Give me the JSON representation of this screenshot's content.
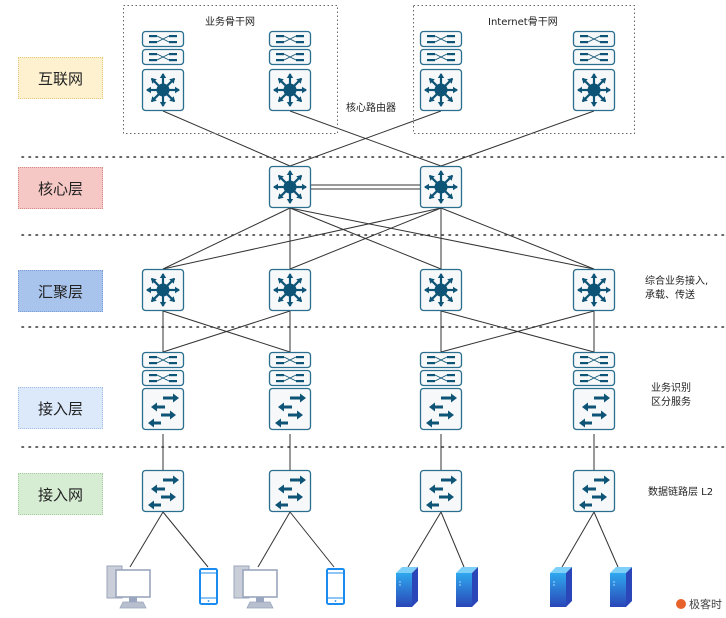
{
  "layers": [
    {
      "label": "互联网",
      "bg": "#fdf1cf",
      "border": "#e6c87a"
    },
    {
      "label": "核心层",
      "bg": "#f6c8c5",
      "border": "#d88a86"
    },
    {
      "label": "汇聚层",
      "bg": "#a9c4ec",
      "border": "#7a9fd6"
    },
    {
      "label": "接入层",
      "bg": "#dce9fb",
      "border": "#9fbde8"
    },
    {
      "label": "接入网",
      "bg": "#d6ecd3",
      "border": "#a6cfa0"
    }
  ],
  "internet_groups": [
    {
      "title": "业务骨干网"
    },
    {
      "title": "Internet骨干网"
    }
  ],
  "annotations": {
    "core_router": "核心路由器",
    "aggregation": "综合业务接入,\n承载、传送",
    "access": "业务识别\n区分服务",
    "access_network": "数据链路层 L2"
  },
  "colors": {
    "device_fill": "#f7f8fa",
    "device_stroke": "#2a6f8f",
    "icon": "#0e5476",
    "link": "#333333",
    "phone": "#1a8cf0",
    "pc": "#9aa6bd",
    "server_top": "#2fa8ee",
    "server_bottom": "#2a46b8"
  },
  "endpoints": [
    {
      "type": "pc"
    },
    {
      "type": "phone"
    },
    {
      "type": "pc"
    },
    {
      "type": "phone"
    },
    {
      "type": "server"
    },
    {
      "type": "server"
    },
    {
      "type": "server"
    },
    {
      "type": "server"
    }
  ],
  "watermark": "极客时"
}
